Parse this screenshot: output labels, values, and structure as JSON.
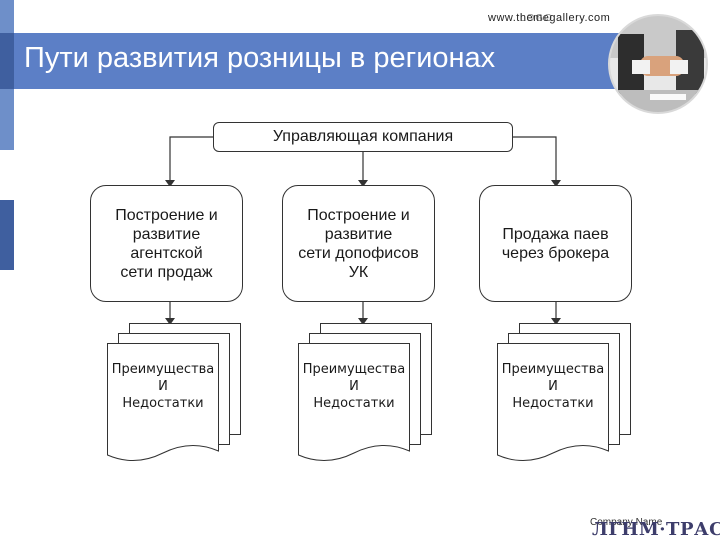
{
  "header": {
    "title": "Пути развития розницы в регионах",
    "website": "www.themegallery.com",
    "website_overlay": "LOGO"
  },
  "diagram": {
    "root": "Управляющая компания",
    "paths": [
      {
        "lines": [
          "Построение и",
          "развитие",
          "агентской",
          "сети продаж"
        ]
      },
      {
        "lines": [
          "Построение и",
          "развитие",
          "сети допофисов",
          "УК"
        ]
      },
      {
        "lines": [
          "Продажа паев",
          "через брокера"
        ]
      }
    ],
    "documents": [
      {
        "lines": [
          "Преимущества",
          "И",
          "Недостатки"
        ]
      },
      {
        "lines": [
          "Преимущества",
          "И",
          "Недостатки"
        ]
      },
      {
        "lines": [
          "Преимущества",
          "И",
          "Недостатки"
        ]
      }
    ]
  },
  "footer": {
    "company": "Company Name",
    "logo_text": "ЛГНМ·ТРАСТ"
  },
  "colors": {
    "title_bar": "#5c7fc6",
    "accent_dark": "#3f5f9f",
    "connector": "#333333"
  },
  "icons": {
    "photo": "handshake-photo",
    "arrow": "arrow-down-icon"
  }
}
